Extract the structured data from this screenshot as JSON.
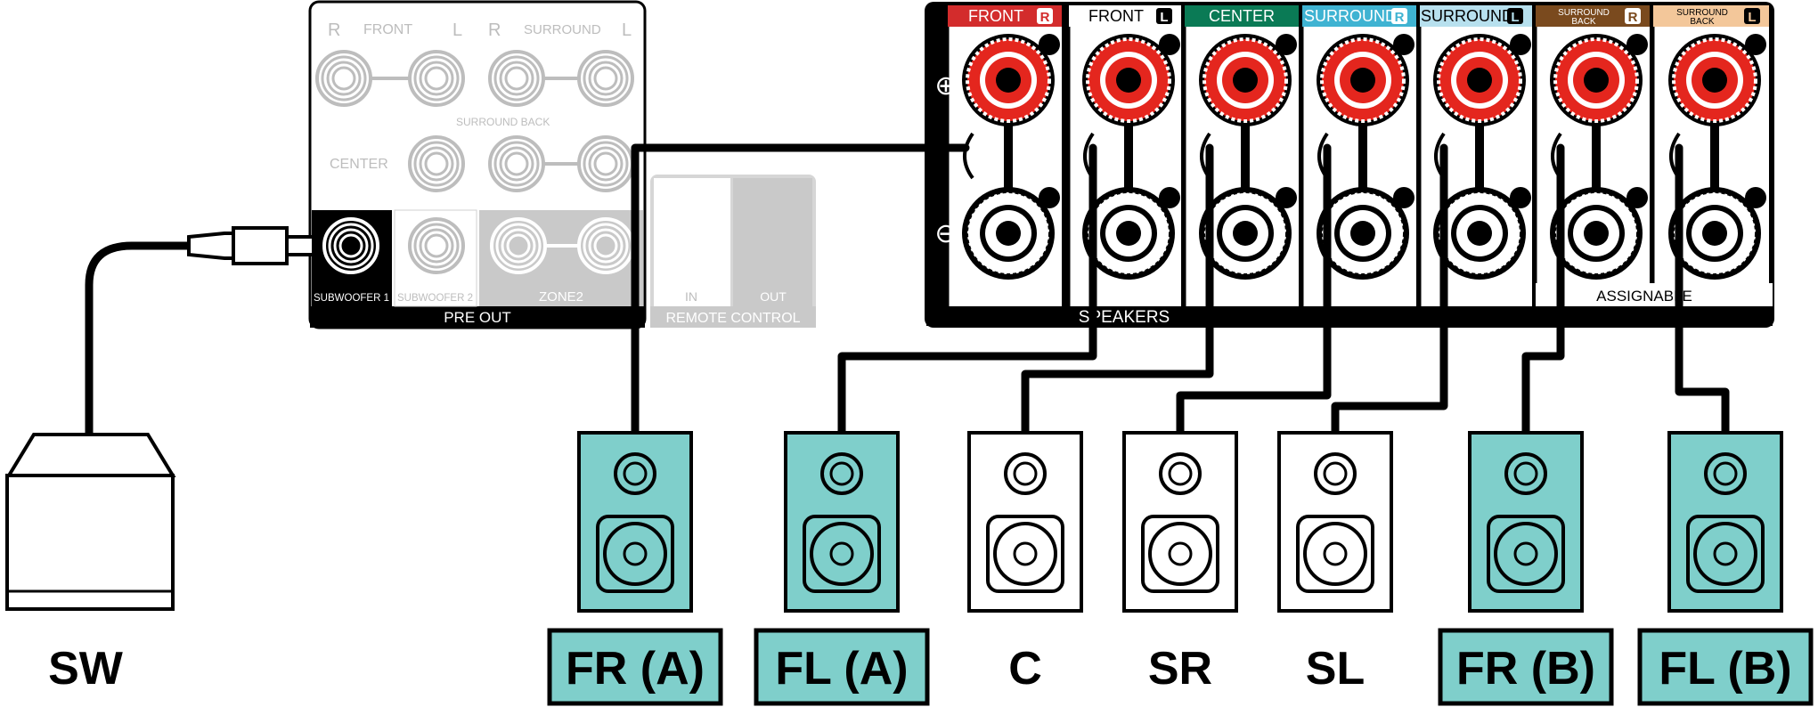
{
  "preout_panel": {
    "front_r": "R",
    "front_label": "FRONT",
    "front_l": "L",
    "surround_r": "R",
    "surround_label": "SURROUND",
    "surround_l": "L",
    "surround_back_label": "SURROUND BACK",
    "center_label": "CENTER",
    "subwoofer1_label": "SUBWOOFER 1",
    "subwoofer2_label": "SUBWOOFER 2",
    "zone2_label": "ZONE2",
    "pre_out_label": "PRE OUT"
  },
  "remote_panel": {
    "in_label": "IN",
    "out_label": "OUT",
    "title": "REMOTE CONTROL"
  },
  "speaker_panel": {
    "plus_symbol": "⊕",
    "minus_symbol": "⊖",
    "speakers_label": "SPEAKERS",
    "assignable_label": "ASSIGNABLE",
    "channels": [
      {
        "label": "FRONT",
        "badge": "R",
        "color": "#d32c2c",
        "text_color": "#ffffff"
      },
      {
        "label": "FRONT",
        "badge": "L",
        "color": "#ffffff",
        "text_color": "#000000"
      },
      {
        "label": "CENTER",
        "badge": "",
        "color": "#0a7a55",
        "text_color": "#ffffff"
      },
      {
        "label": "SURROUND",
        "badge": "R",
        "color": "#3fb3d2",
        "text_color": "#ffffff"
      },
      {
        "label": "SURROUND",
        "badge": "L",
        "color": "#b7e0ee",
        "text_color": "#000000"
      },
      {
        "label": "SURROUND BACK",
        "badge": "R",
        "color": "#7a4a1e",
        "text_color": "#ffffff"
      },
      {
        "label": "SURROUND BACK",
        "badge": "L",
        "color": "#f3c79a",
        "text_color": "#000000"
      }
    ]
  },
  "speakers": [
    {
      "label": "SW",
      "highlighted": false,
      "kind": "subwoofer"
    },
    {
      "label": "FR (A)",
      "highlighted": true,
      "kind": "speaker"
    },
    {
      "label": "FL (A)",
      "highlighted": true,
      "kind": "speaker"
    },
    {
      "label": "C",
      "highlighted": false,
      "kind": "speaker"
    },
    {
      "label": "SR",
      "highlighted": false,
      "kind": "speaker"
    },
    {
      "label": "SL",
      "highlighted": false,
      "kind": "speaker"
    },
    {
      "label": "FR (B)",
      "highlighted": true,
      "kind": "speaker"
    },
    {
      "label": "FL (B)",
      "highlighted": true,
      "kind": "speaker"
    }
  ],
  "colors": {
    "highlight": "#7fcfcb",
    "terminal_red": "#e4261e",
    "panel_gray": "#c9c9c9",
    "wire": "#000000"
  }
}
